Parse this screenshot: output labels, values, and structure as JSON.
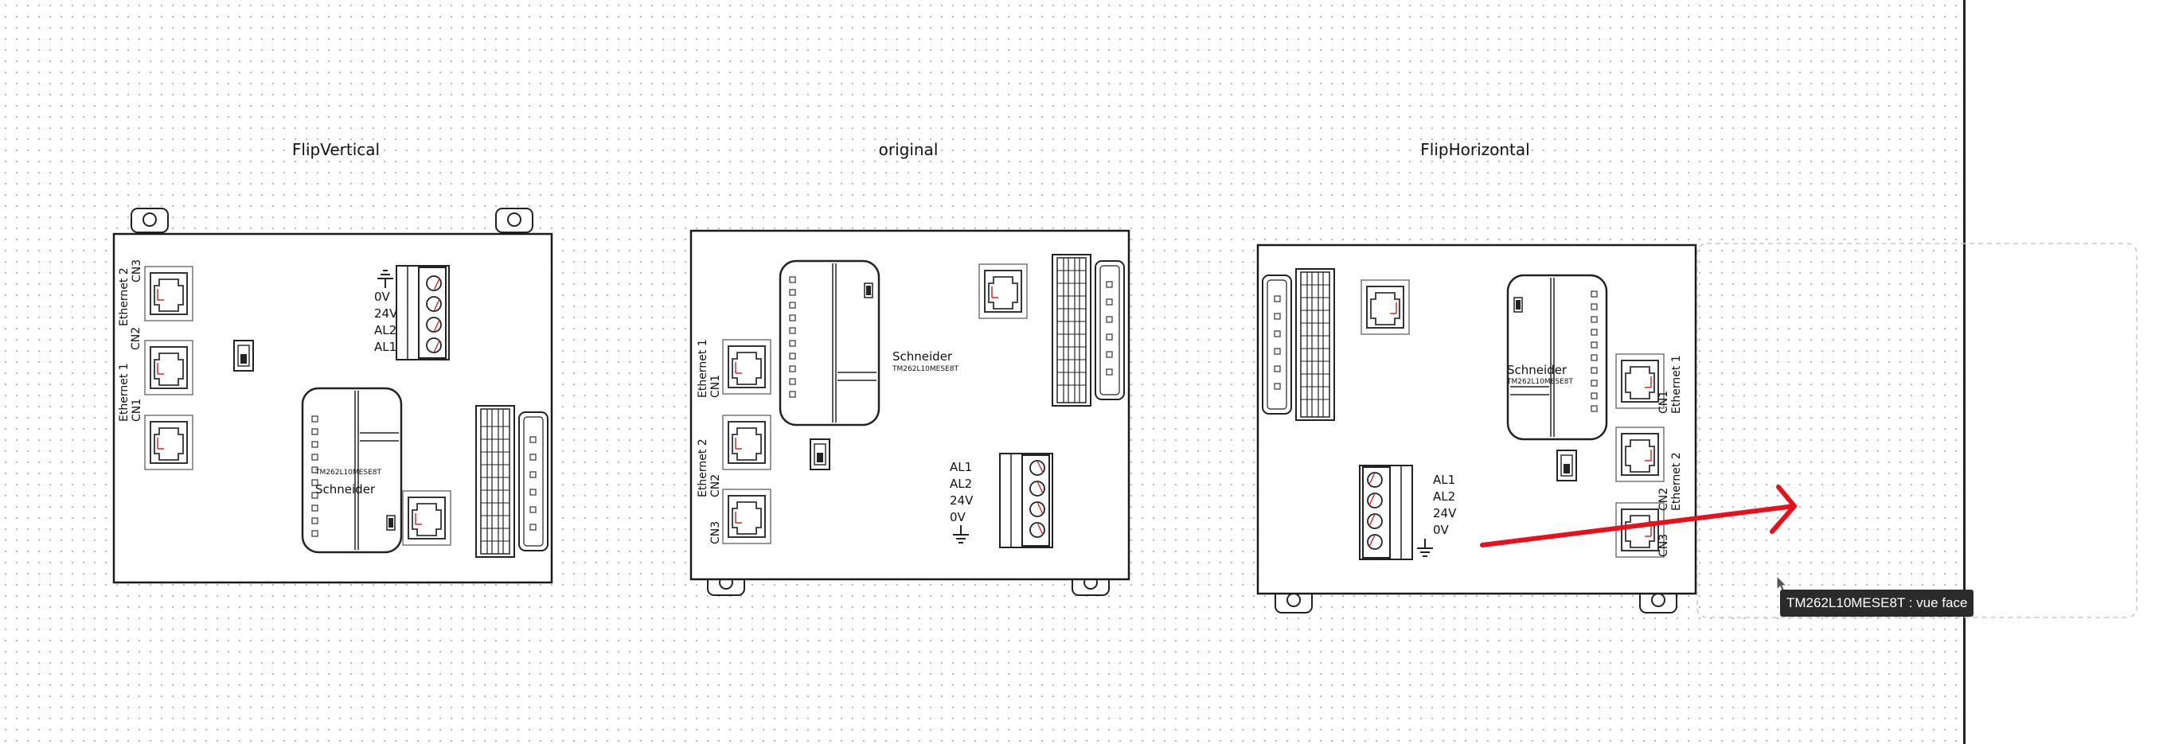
{
  "views": [
    {
      "title": "FlipVertical"
    },
    {
      "title": "original"
    },
    {
      "title": "FlipHorizontal"
    }
  ],
  "labels": {
    "brand": "Schneider",
    "model": "TM262L10MESE8T",
    "terminals": [
      "AL1",
      "AL2",
      "24V",
      "0V"
    ],
    "terminals_flipv": [
      "0V",
      "24V",
      "AL2",
      "AL1"
    ],
    "eth1": "Ethernet 1",
    "eth2": "Ethernet 2",
    "cn1": "CN1",
    "cn2": "CN2",
    "cn3": "CN3"
  },
  "tooltip": "TM262L10MESE8T : vue face",
  "colors": {
    "arrow": "#e8101a",
    "pins": "#d41a1a",
    "outline": "#1a1a1a",
    "tooltip_bg": "#2b2b2b"
  },
  "icons": [
    "ground-icon",
    "mouse-cursor-icon",
    "red-arrow-icon"
  ]
}
